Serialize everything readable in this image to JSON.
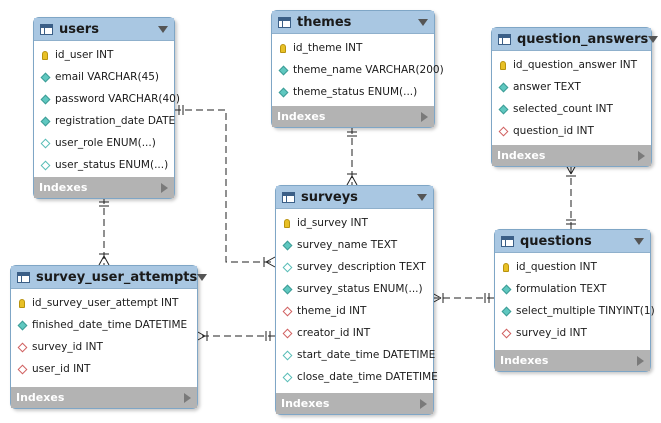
{
  "tables": [
    {
      "id": "users",
      "name": "users",
      "indexes_label": "Indexes",
      "columns": [
        {
          "label": "id_user INT",
          "icon": "primary-key-icon"
        },
        {
          "label": "email VARCHAR(45)",
          "icon": "filled-diamond-icon"
        },
        {
          "label": "password VARCHAR(40)",
          "icon": "filled-diamond-icon"
        },
        {
          "label": "registration_date DATE",
          "icon": "filled-diamond-icon"
        },
        {
          "label": "user_role ENUM(...)",
          "icon": "outline-diamond-icon"
        },
        {
          "label": "user_status ENUM(...)",
          "icon": "outline-diamond-icon"
        }
      ]
    },
    {
      "id": "themes",
      "name": "themes",
      "indexes_label": "Indexes",
      "columns": [
        {
          "label": "id_theme INT",
          "icon": "primary-key-icon"
        },
        {
          "label": "theme_name VARCHAR(200)",
          "icon": "filled-diamond-icon"
        },
        {
          "label": "theme_status ENUM(...)",
          "icon": "filled-diamond-icon"
        }
      ]
    },
    {
      "id": "question_answers",
      "name": "question_answers",
      "indexes_label": "Indexes",
      "columns": [
        {
          "label": "id_question_answer INT",
          "icon": "primary-key-icon"
        },
        {
          "label": "answer TEXT",
          "icon": "filled-diamond-icon"
        },
        {
          "label": "selected_count INT",
          "icon": "filled-diamond-icon"
        },
        {
          "label": "question_id INT",
          "icon": "foreign-key-diamond-icon"
        }
      ]
    },
    {
      "id": "surveys",
      "name": "surveys",
      "indexes_label": "Indexes",
      "columns": [
        {
          "label": "id_survey INT",
          "icon": "primary-key-icon"
        },
        {
          "label": "survey_name TEXT",
          "icon": "filled-diamond-icon"
        },
        {
          "label": "survey_description TEXT",
          "icon": "outline-diamond-icon"
        },
        {
          "label": "survey_status ENUM(...)",
          "icon": "filled-diamond-icon"
        },
        {
          "label": "theme_id INT",
          "icon": "foreign-key-diamond-icon"
        },
        {
          "label": "creator_id INT",
          "icon": "foreign-key-diamond-icon"
        },
        {
          "label": "start_date_time DATETIME",
          "icon": "outline-diamond-icon"
        },
        {
          "label": "close_date_time DATETIME",
          "icon": "outline-diamond-icon"
        }
      ]
    },
    {
      "id": "questions",
      "name": "questions",
      "indexes_label": "Indexes",
      "columns": [
        {
          "label": "id_question INT",
          "icon": "primary-key-icon"
        },
        {
          "label": "formulation TEXT",
          "icon": "filled-diamond-icon"
        },
        {
          "label": "select_multiple TINYINT(1)",
          "icon": "filled-diamond-icon"
        },
        {
          "label": "survey_id INT",
          "icon": "foreign-key-diamond-icon"
        }
      ]
    },
    {
      "id": "survey_user_attempts",
      "name": "survey_user_attempts",
      "indexes_label": "Indexes",
      "columns": [
        {
          "label": "id_survey_user_attempt INT",
          "icon": "primary-key-icon"
        },
        {
          "label": "finished_date_time DATETIME",
          "icon": "filled-diamond-icon"
        },
        {
          "label": "survey_id INT",
          "icon": "foreign-key-diamond-icon"
        },
        {
          "label": "user_id INT",
          "icon": "foreign-key-diamond-icon"
        }
      ]
    }
  ],
  "relationships": [
    {
      "id": "users-surveys",
      "from": "users",
      "to": "surveys",
      "from_card": "one",
      "to_card": "many"
    },
    {
      "id": "themes-surveys",
      "from": "themes",
      "to": "surveys",
      "from_card": "one",
      "to_card": "many"
    },
    {
      "id": "questions-question_answers",
      "from": "questions",
      "to": "question_answers",
      "from_card": "one",
      "to_card": "many"
    },
    {
      "id": "surveys-questions",
      "from": "surveys",
      "to": "questions",
      "from_card": "one",
      "to_card": "many"
    },
    {
      "id": "users-survey_user_attempts",
      "from": "users",
      "to": "survey_user_attempts",
      "from_card": "one",
      "to_card": "many"
    },
    {
      "id": "surveys-survey_user_attempts",
      "from": "surveys",
      "to": "survey_user_attempts",
      "from_card": "one",
      "to_card": "many"
    }
  ],
  "colors": {
    "header": "#a9c7e2",
    "border": "#7fa6c6",
    "indexes_bar": "#b3b3b3",
    "primary_key": "#e8c026",
    "column_diamond": "#5fc8c0",
    "foreign_key_diamond": "#d06060",
    "relationship_line": "#222222"
  }
}
